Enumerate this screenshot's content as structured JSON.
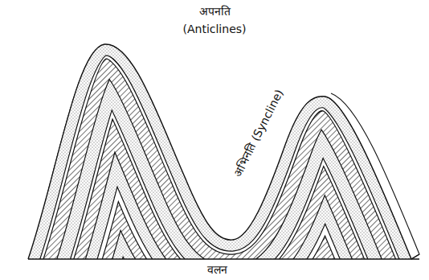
{
  "diagram": {
    "labels": [
      "अपनति",
      "(Anticlines)",
      "अभिनति (Syncline)",
      "वलन"
    ]
  }
}
